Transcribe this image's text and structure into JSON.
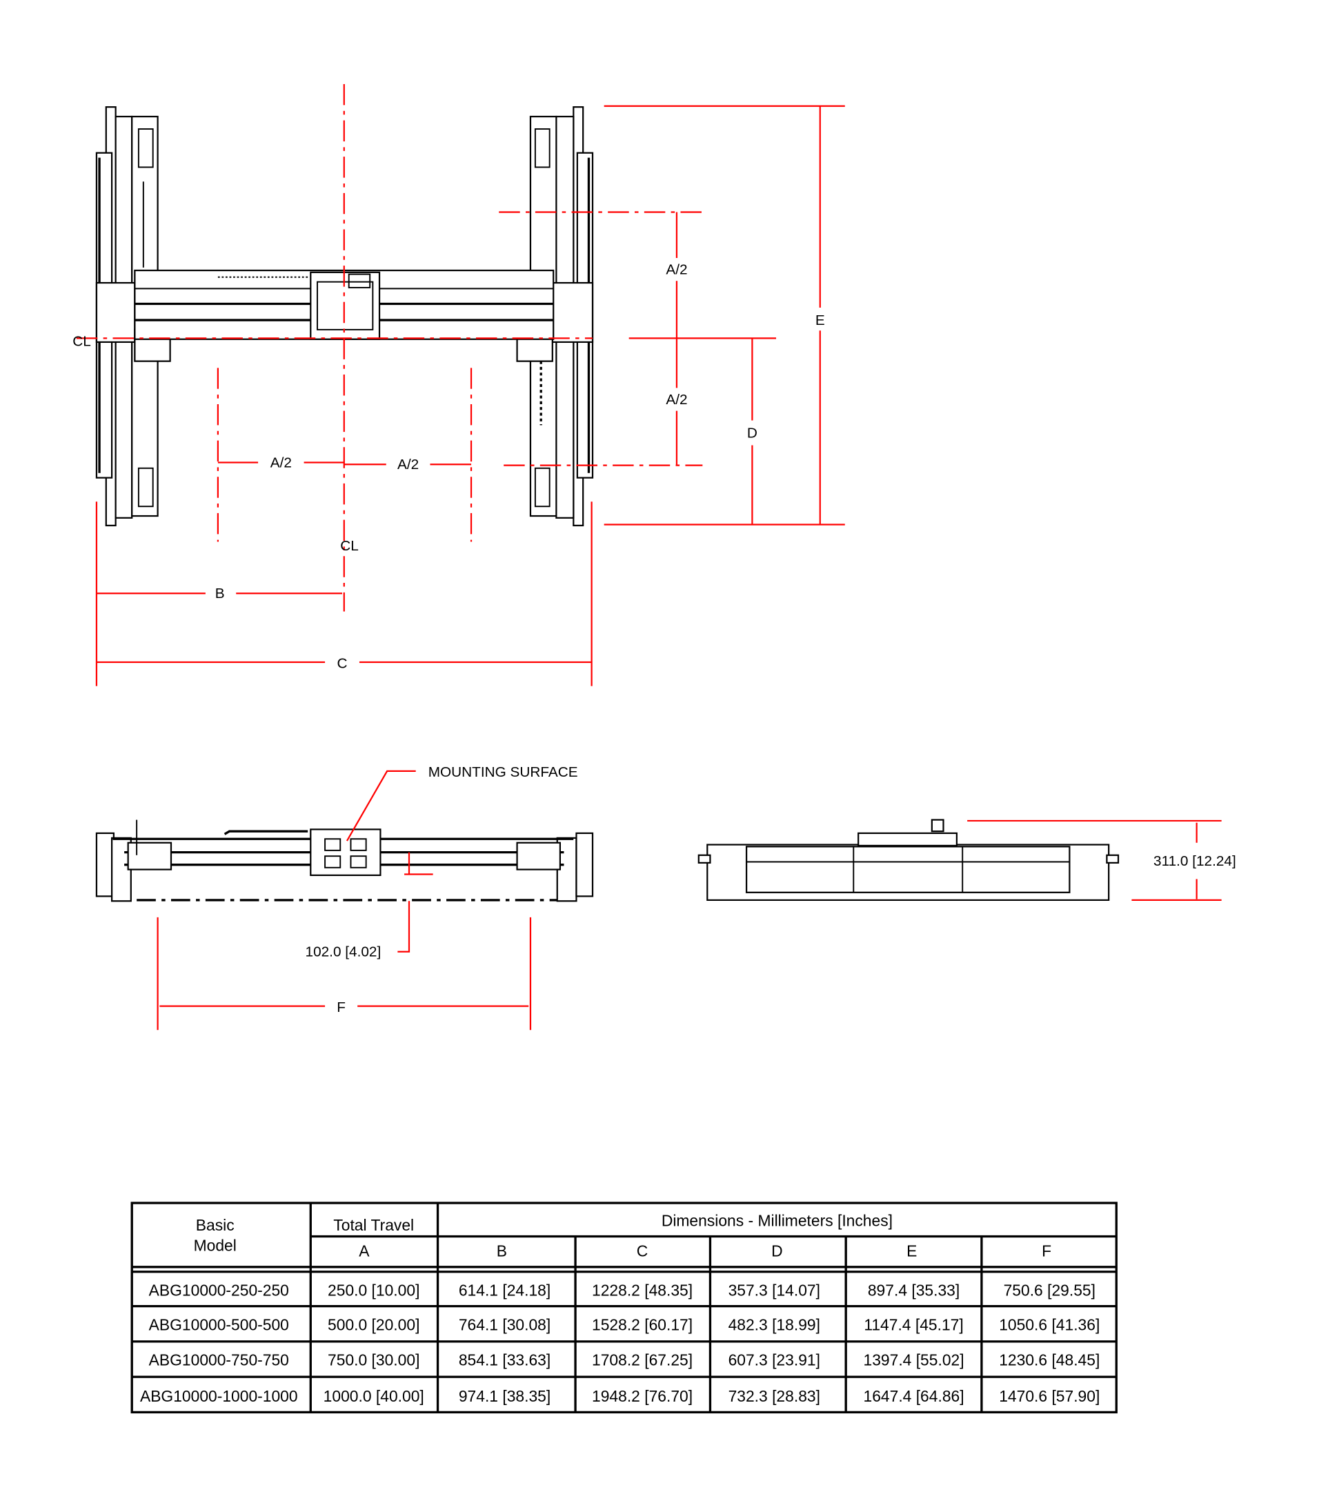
{
  "colors": {
    "dimension": "#ff0000",
    "lines": "#000000"
  },
  "top_view": {
    "labels": {
      "a_half_right_top": "A/2",
      "a_half_right_bottom": "A/2",
      "a_half_left": "A/2",
      "a_half_mid": "A/2",
      "b": "B",
      "c": "C",
      "d": "D",
      "e": "E"
    },
    "centerline_symbol": "CL"
  },
  "side_view": {
    "mounting_surface": "MOUNTING SURFACE",
    "offset_dim": "102.0 [4.02]",
    "f": "F"
  },
  "end_view": {
    "height_dim": "311.0 [12.24]"
  },
  "table": {
    "header": {
      "model": "Basic Model",
      "model_l1": "Basic",
      "model_l2": "Model",
      "travel": "Total Travel",
      "dimensions": "Dimensions - Millimeters [Inches]"
    },
    "columns": [
      "A",
      "B",
      "C",
      "D",
      "E",
      "F"
    ],
    "rows": [
      [
        "ABG10000-250-250",
        "250.0 [10.00]",
        "614.1 [24.18]",
        "1228.2 [48.35]",
        "357.3 [14.07]",
        "897.4 [35.33]",
        "750.6 [29.55]"
      ],
      [
        "ABG10000-500-500",
        "500.0 [20.00]",
        "764.1 [30.08]",
        "1528.2 [60.17]",
        "482.3 [18.99]",
        "1147.4 [45.17]",
        "1050.6 [41.36]"
      ],
      [
        "ABG10000-750-750",
        "750.0 [30.00]",
        "854.1 [33.63]",
        "1708.2 [67.25]",
        "607.3 [23.91]",
        "1397.4 [55.02]",
        "1230.6 [48.45]"
      ],
      [
        "ABG10000-1000-1000",
        "1000.0 [40.00]",
        "974.1 [38.35]",
        "1948.2 [76.70]",
        "732.3 [28.83]",
        "1647.4 [64.86]",
        "1470.6 [57.90]"
      ]
    ]
  }
}
